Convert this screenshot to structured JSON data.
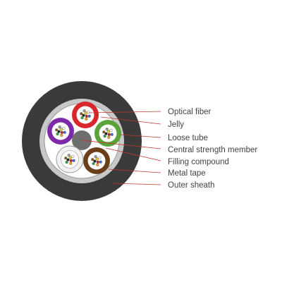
{
  "diagram": {
    "labels": {
      "optical_fiber": "Optical fiber",
      "jelly": "Jelly",
      "loose_tube": "Loose tube",
      "central_strength_member": "Central strength member",
      "filling_compound": "Filling compound",
      "metal_tape": "Metal tape",
      "outer_sheath": "Outer sheath"
    },
    "colors": {
      "outer_sheath": "#3a3a3a",
      "metal_tape": "#c8c8c8",
      "interior": "#ffffff",
      "central_member": "#6e6e6e",
      "leader_line": "#c0392b",
      "tube_red": "#d9262b",
      "tube_green": "#5aa33a",
      "tube_brown": "#6b3f1a",
      "tube_white": "#f2f2f2",
      "tube_violet": "#7d2aa8",
      "fiber_colors": [
        "#3b6fd0",
        "#f0a020",
        "#3aa04a",
        "#8b5a2b",
        "#9a9a9a",
        "#ffffff",
        "#d02020",
        "#222222",
        "#e8d020",
        "#8a3ab0",
        "#e060a0",
        "#30b0d0"
      ]
    },
    "tubes": [
      "red",
      "green",
      "brown",
      "white",
      "violet"
    ]
  }
}
